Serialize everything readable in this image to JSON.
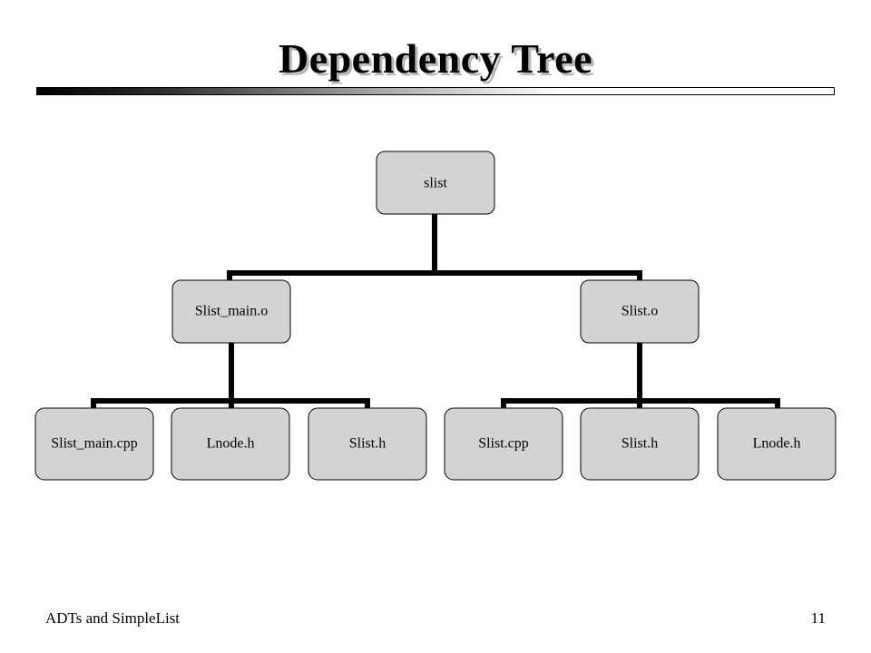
{
  "title": "Dependency Tree",
  "tree": {
    "root": "slist",
    "level1": [
      "Slist_main.o",
      "Slist.o"
    ],
    "level2": [
      [
        "Slist_main.cpp",
        "Lnode.h",
        "Slist.h"
      ],
      [
        "Slist.cpp",
        "Slist.h",
        "Lnode.h"
      ]
    ]
  },
  "footer": {
    "left": "ADTs and SimpleList",
    "right": "11"
  },
  "colors": {
    "node_fill": "#d3d3d3",
    "connector": "#000000",
    "title_shadow": "#b5b5b5"
  }
}
